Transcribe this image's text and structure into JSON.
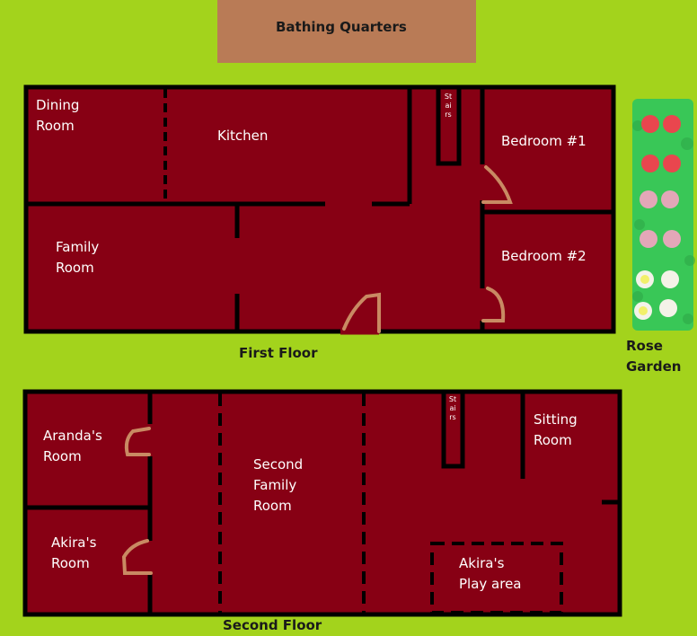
{
  "colors": {
    "grass": "#a3d31c",
    "floor": "#870014",
    "wall": "#000000",
    "door": "#c98a63",
    "bath": "#b97b56",
    "rose_bed": "#39c757"
  },
  "bathing": {
    "label": "Bathing Quarters"
  },
  "first_floor": {
    "caption": "First Floor",
    "rooms": {
      "dining": "Dining\nRoom",
      "kitchen": "Kitchen",
      "family": "Family\nRoom",
      "bedroom1": "Bedroom #1",
      "bedroom2": "Bedroom #2"
    },
    "stairs": "Stairs"
  },
  "second_floor": {
    "caption": "Second Floor",
    "rooms": {
      "aranda": "Aranda's\nRoom",
      "akira": "Akira's\nRoom",
      "second_family": "Second\nFamily\nRoom",
      "sitting": "Sitting\nRoom",
      "play": "Akira's\nPlay area"
    },
    "stairs": "Stairs"
  },
  "garden": {
    "label": "Rose\nGarden"
  }
}
